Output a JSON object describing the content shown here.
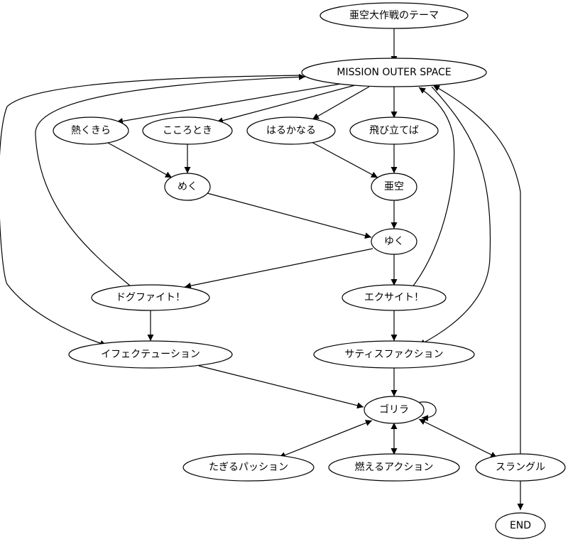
{
  "nodes": {
    "theme": "亜空大作戦のテーマ",
    "mission": "MISSION OUTER SPACE",
    "atsuku": "熱くきら",
    "kokoro": "こころとき",
    "haruka": "はるかなる",
    "tobi": "飛び立てば",
    "meku": "めく",
    "akuu": "亜空",
    "yuku": "ゆく",
    "dogfight": "ドグファイト！",
    "excite": "エクサイト！",
    "effect": "イフェクテューション",
    "satis": "サティスファクション",
    "gorira": "ゴリラ",
    "tagiru": "たぎるパッション",
    "moeru": "燃えるアクション",
    "sura": "スラングル",
    "end": "END"
  },
  "edges": [
    [
      "theme",
      "mission"
    ],
    [
      "mission",
      "atsuku"
    ],
    [
      "mission",
      "kokoro"
    ],
    [
      "mission",
      "haruka"
    ],
    [
      "mission",
      "tobi"
    ],
    [
      "mission",
      "effect"
    ],
    [
      "mission",
      "satis"
    ],
    [
      "atsuku",
      "meku"
    ],
    [
      "kokoro",
      "meku"
    ],
    [
      "haruka",
      "akuu"
    ],
    [
      "tobi",
      "akuu"
    ],
    [
      "meku",
      "yuku"
    ],
    [
      "akuu",
      "yuku"
    ],
    [
      "yuku",
      "dogfight"
    ],
    [
      "yuku",
      "excite"
    ],
    [
      "dogfight",
      "mission"
    ],
    [
      "dogfight",
      "effect"
    ],
    [
      "excite",
      "mission"
    ],
    [
      "excite",
      "satis"
    ],
    [
      "effect",
      "gorira"
    ],
    [
      "satis",
      "gorira"
    ],
    [
      "gorira",
      "gorira"
    ],
    [
      "gorira",
      "tagiru"
    ],
    [
      "tagiru",
      "gorira"
    ],
    [
      "gorira",
      "moeru"
    ],
    [
      "moeru",
      "gorira"
    ],
    [
      "gorira",
      "sura"
    ],
    [
      "sura",
      "gorira"
    ],
    [
      "sura",
      "mission"
    ],
    [
      "sura",
      "end"
    ]
  ]
}
